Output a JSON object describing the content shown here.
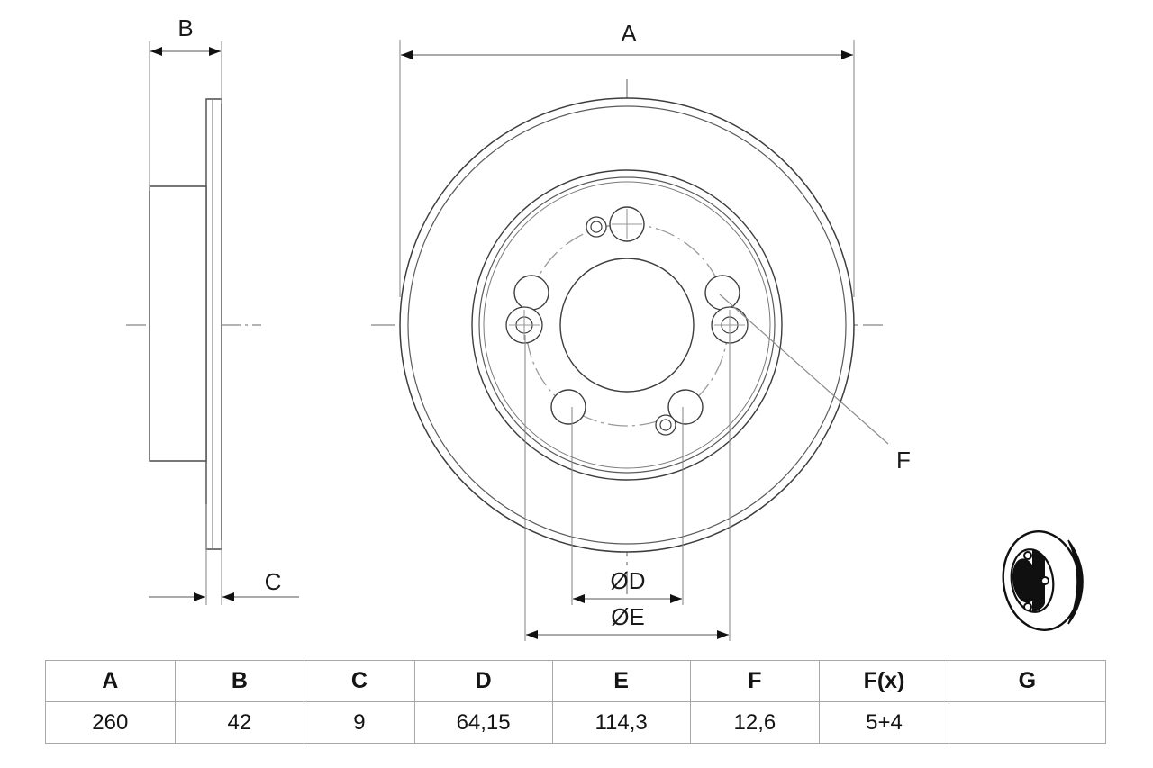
{
  "document": {
    "type": "technical-drawing",
    "subject": "brake-disc",
    "background_color": "#ffffff",
    "line_color": "#333333",
    "text_color": "#1a1a1a"
  },
  "dimension_labels": {
    "a": "A",
    "b": "B",
    "c": "C",
    "d": "ØD",
    "e": "ØE",
    "f": "F"
  },
  "table": {
    "headers": [
      "A",
      "B",
      "C",
      "D",
      "E",
      "F",
      "F(x)",
      "G"
    ],
    "rows": [
      [
        "260",
        "42",
        "9",
        "64,15",
        "114,3",
        "12,6",
        "5+4",
        ""
      ]
    ]
  },
  "chart_data": {
    "type": "table",
    "title": "",
    "categories": [
      "A",
      "B",
      "C",
      "D",
      "E",
      "F",
      "F(x)",
      "G"
    ],
    "values": [
      "260",
      "42",
      "9",
      "64,15",
      "114,3",
      "12,6",
      "5+4",
      ""
    ]
  },
  "views": {
    "side_view": {
      "name": "side-section-view",
      "dimensions_shown": [
        "B",
        "C"
      ]
    },
    "front_view": {
      "name": "front-face-view",
      "dimensions_shown": [
        "A",
        "ØD",
        "ØE",
        "F"
      ],
      "bolt_pattern": "5+4"
    },
    "thumbnail": {
      "name": "product-photo-thumbnail"
    }
  }
}
